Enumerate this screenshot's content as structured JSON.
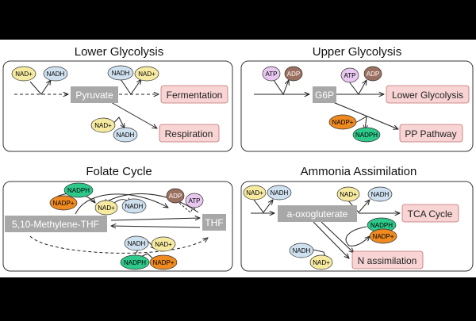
{
  "colors": {
    "background": "#000000",
    "canvas": "#ffffff",
    "gray_node": "#a8a8a8",
    "pink_node": "#f8d4d4",
    "pink_border": "#c07070",
    "NAD+": "#f6eaa0",
    "NADH": "#cfe0ef",
    "NADP+": "#ee8a20",
    "NADPH": "#2ec88a",
    "ATP": "#e8c8f0",
    "ADP": "#9c7060"
  },
  "panels": {
    "lower_glycolysis": {
      "title": "Lower Glycolysis",
      "nodes": {
        "pyruvate": "Pyruvate",
        "fermentation": "Fermentation",
        "respiration": "Respiration"
      },
      "cofactors": {
        "nad_in": "NAD+",
        "nadh_out": "NADH",
        "nadh_in": "NADH",
        "nad_out": "NAD+",
        "nad_in2": "NAD+",
        "nadh_out2": "NADH"
      }
    },
    "upper_glycolysis": {
      "title": "Upper Glycolysis",
      "nodes": {
        "g6p": "G6P",
        "lower_glycolysis": "Lower Glycolysis",
        "pp_pathway": "PP Pathway"
      },
      "cofactors": {
        "atp_in": "ATP",
        "adp_out": "ADP",
        "atp_in2": "ATP",
        "adp_out2": "ADP",
        "nadp_in": "NADP+",
        "nadph_out": "NADPH"
      }
    },
    "folate_cycle": {
      "title": "Folate Cycle",
      "nodes": {
        "methylene_thf": "5,10-Methylene-THF",
        "thf": "THF"
      },
      "cofactors": {
        "nadph_top": "NADPH",
        "nadp_top": "NADP+",
        "nad_top": "NAD+",
        "nadh_top": "NADH",
        "adp": "ADP",
        "atp": "ATP",
        "nadh_bot": "NADH",
        "nad_bot": "NAD+",
        "nadph_bot": "NADPH",
        "nadp_bot": "NADP+"
      }
    },
    "ammonia_assimilation": {
      "title": "Ammonia Assimilation",
      "nodes": {
        "oxoglutarate": "a-oxogluterate",
        "tca_cycle": "TCA Cycle",
        "n_assimilation": "N assimilation"
      },
      "cofactors": {
        "nad_in": "NAD+",
        "nadh_out": "NADH",
        "nad_in2": "NAD+",
        "nadh_out2": "NADH",
        "nadph_in": "NADPH",
        "nadp_out": "NADP+",
        "nadh_in": "NADH",
        "nad_out": "NAD+"
      }
    }
  }
}
